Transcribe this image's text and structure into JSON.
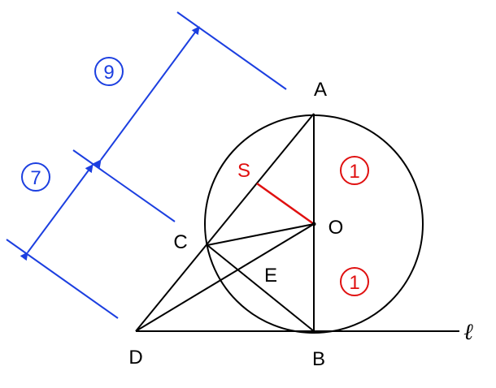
{
  "labels": {
    "A": "A",
    "B": "B",
    "C": "C",
    "D": "D",
    "E": "E",
    "O": "O",
    "S": "S",
    "line_l": "ℓ"
  },
  "ratios": {
    "upper_half": "1",
    "lower_half": "1",
    "segment_top": "9",
    "segment_bottom": "7"
  },
  "colors": {
    "stroke": "#000000",
    "blue": "#1c3fe0",
    "red": "#e01010"
  }
}
